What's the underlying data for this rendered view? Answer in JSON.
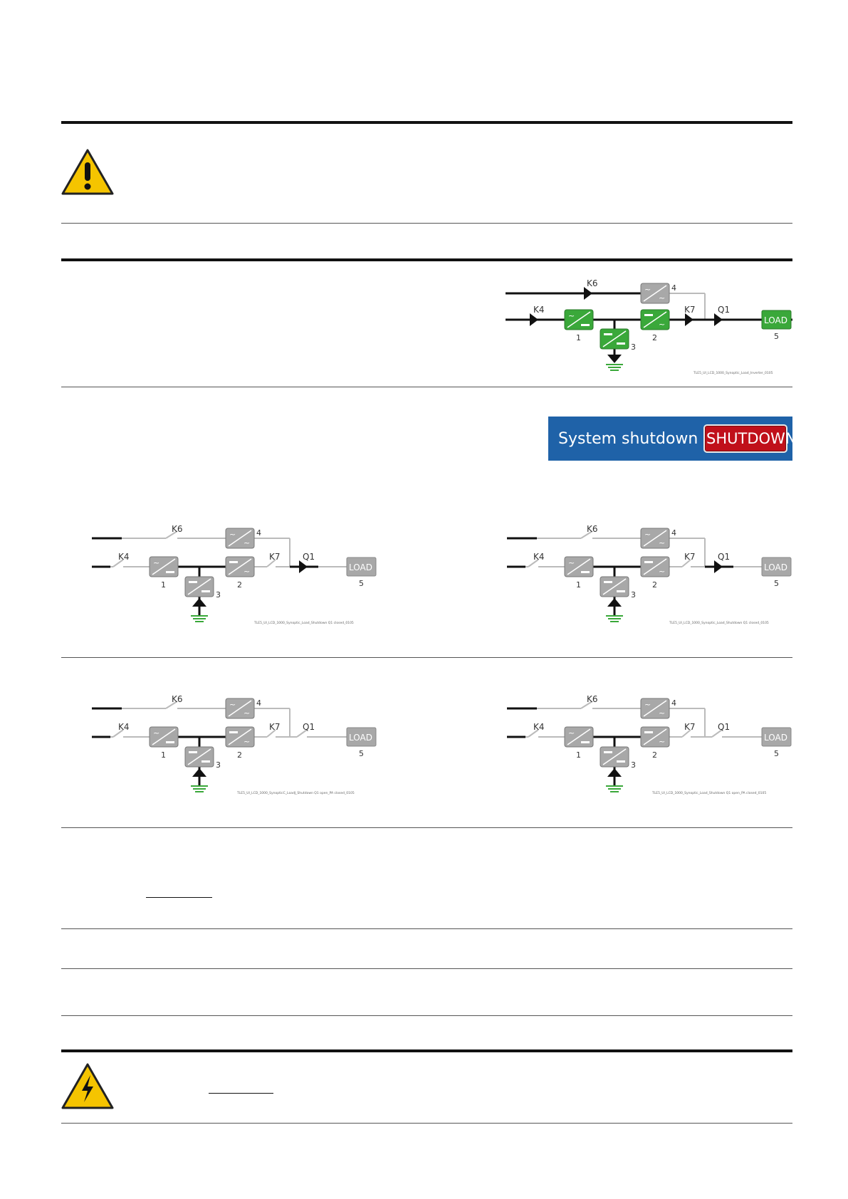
{
  "labels": {
    "k4": "K4",
    "k6": "K6",
    "k7": "K7",
    "q1": "Q1",
    "load": "LOAD",
    "n1": "1",
    "n2": "2",
    "n3": "3",
    "n4": "4",
    "n5": "5"
  },
  "diagrams": {
    "inverter": {
      "ref": "TLE5_UI_LCD_1000_Synoptic_Load_Inverter_0105"
    },
    "shutdown_q1_closed_a": {
      "ref": "TLE5_UI_LCD_1000_Synoptic_Load_Shutdown Q1 closed_0105"
    },
    "shutdown_q1_closed_b": {
      "ref": "TLE5_UI_LCD_1000_Synoptic_Load_Shutdown Q1 closed_0105"
    },
    "shutdown_q1_open_a": {
      "ref": "TLE5_UI_LCD_1000_SynopticC_LoadJ_Shutdown Q1 open_PA closed_0105"
    },
    "shutdown_q1_open_b": {
      "ref": "TLE5_UI_LCD_1000_Synoptic_Load_Shutdown Q1 open_PA closed_0105"
    }
  },
  "shutdown_panel": {
    "label": "System shutdown",
    "button": "SHUTDOWN"
  },
  "colors": {
    "green_module": "#3aa83a",
    "grey_module": "#a8a8a8",
    "panel_blue": "#1f62a8",
    "button_red": "#c0101a",
    "warning_yellow": "#f5c400"
  },
  "icons": [
    "warning-icon",
    "electrical-hazard-icon"
  ]
}
